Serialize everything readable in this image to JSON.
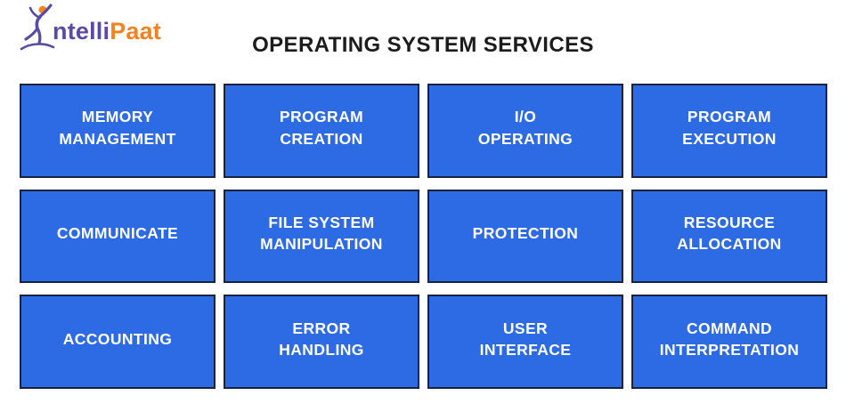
{
  "brand": {
    "logo_part1": "ntelli",
    "logo_part2": "Paat",
    "figure_icon": "leaping-person-icon",
    "colors": {
      "purple": "#5B4AA5",
      "orange": "#F58220"
    }
  },
  "title": "OPERATING SYSTEM SERVICES",
  "diagram": {
    "box_fill": "#2D6BE4",
    "box_border": "#17233F",
    "text_color": "#FFFFFF",
    "columns": 4,
    "rows": 3,
    "services": [
      {
        "lines": [
          "MEMORY",
          "MANAGEMENT"
        ]
      },
      {
        "lines": [
          "PROGRAM",
          "CREATION"
        ]
      },
      {
        "lines": [
          "I/O",
          "OPERATING"
        ]
      },
      {
        "lines": [
          "PROGRAM",
          "EXECUTION"
        ]
      },
      {
        "lines": [
          "COMMUNICATE"
        ]
      },
      {
        "lines": [
          "FILE SYSTEM",
          "MANIPULATION"
        ]
      },
      {
        "lines": [
          "PROTECTION"
        ]
      },
      {
        "lines": [
          "RESOURCE",
          "ALLOCATION"
        ]
      },
      {
        "lines": [
          "ACCOUNTING"
        ]
      },
      {
        "lines": [
          "ERROR",
          "HANDLING"
        ]
      },
      {
        "lines": [
          "USER",
          "INTERFACE"
        ]
      },
      {
        "lines": [
          "COMMAND",
          "INTERPRETATION"
        ]
      }
    ]
  }
}
